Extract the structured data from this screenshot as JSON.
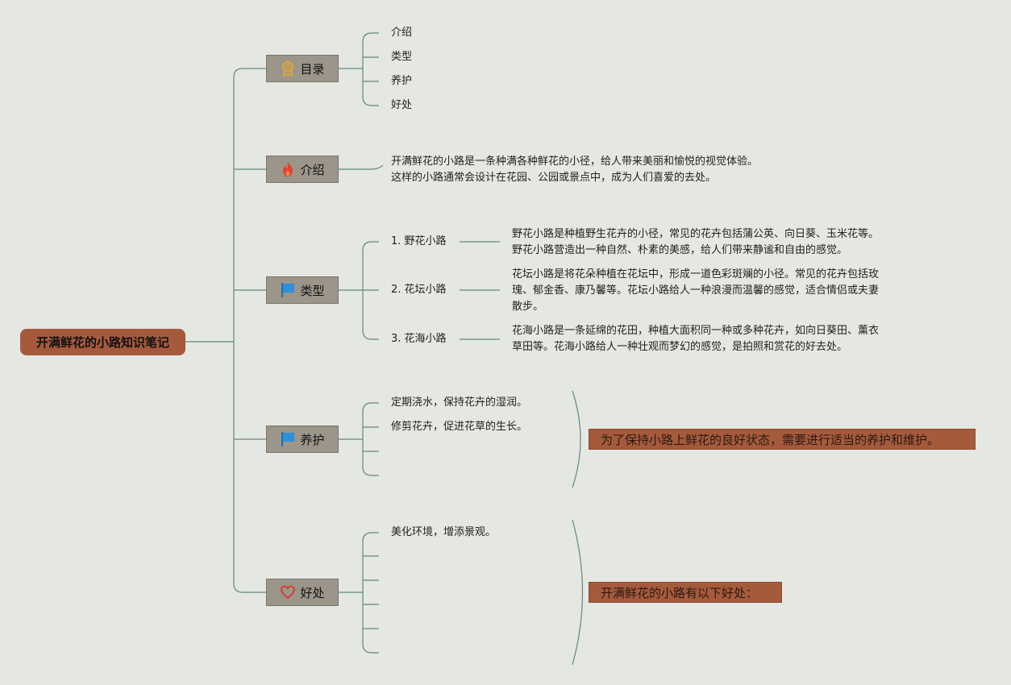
{
  "root": {
    "label": "开满鲜花的小路知识笔记"
  },
  "branches": [
    {
      "label": "目录",
      "icon": "award-ribbon-icon"
    },
    {
      "label": "介绍",
      "icon": "fire-icon"
    },
    {
      "label": "类型",
      "icon": "flag-icon"
    },
    {
      "label": "养护",
      "icon": "flag-icon"
    },
    {
      "label": "好处",
      "icon": "heart-icon"
    }
  ],
  "toc": {
    "items": [
      "介绍",
      "类型",
      "养护",
      "好处"
    ]
  },
  "intro": {
    "lines": [
      "开满鲜花的小路是一条种满各种鲜花的小径，给人带来美丽和愉悦的视觉体验。",
      "这样的小路通常会设计在花园、公园或景点中，成为人们喜爱的去处。"
    ]
  },
  "types": {
    "items": [
      {
        "label": "1. 野花小路",
        "desc": [
          "野花小路是种植野生花卉的小径，常见的花卉包括蒲公英、向日葵、玉米花等。",
          "野花小路营造出一种自然、朴素的美感，给人们带来静谧和自由的感觉。"
        ]
      },
      {
        "label": "2. 花坛小路",
        "desc": [
          "花坛小路是将花朵种植在花坛中，形成一道色彩斑斓的小径。常见的花卉包括玫",
          "瑰、郁金香、康乃馨等。花坛小路给人一种浪漫而温馨的感觉，适合情侣或夫妻",
          "散步。"
        ]
      },
      {
        "label": "3. 花海小路",
        "desc": [
          "花海小路是一条延绵的花田，种植大面积同一种或多种花卉，如向日葵田、薰衣",
          "草田等。花海小路给人一种壮观而梦幻的感觉，是拍照和赏花的好去处。"
        ]
      }
    ]
  },
  "care": {
    "items": [
      "定期浇水，保持花卉的湿润。",
      "修剪花卉，促进花草的生长。",
      "",
      ""
    ],
    "summary": "为了保持小路上鲜花的良好状态，需要进行适当的养护和维护。"
  },
  "benefits": {
    "items": [
      "美化环境，增添景观。",
      "",
      "",
      "",
      "",
      ""
    ],
    "summary": "开满鲜花的小路有以下好处："
  },
  "colors": {
    "background": "#e5e7e3",
    "root_fill": "#a65a3c",
    "branch_fill": "#9b958a",
    "connector": "#5f8a78",
    "summary_fill": "#a65a3c"
  }
}
